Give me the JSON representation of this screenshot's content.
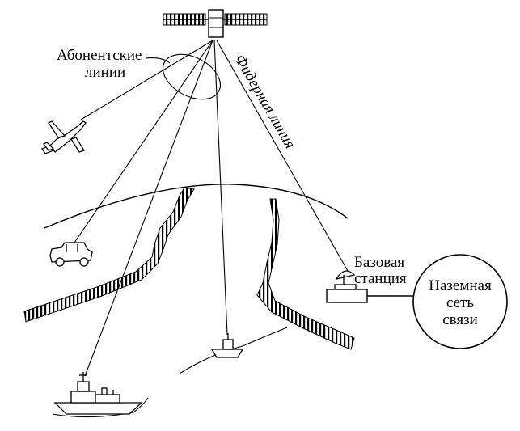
{
  "labels": {
    "subscriber_lines_1": "Абонентские",
    "subscriber_lines_2": "линии",
    "feeder_line": "Фидерная линия",
    "base_station_1": "Базовая",
    "base_station_2": "станция",
    "ground_network_1": "Наземная",
    "ground_network_2": "сеть",
    "ground_network_3": "связи"
  },
  "colors": {
    "ink": "#000000",
    "background": "#ffffff"
  },
  "icons": [
    "satellite-icon",
    "airplane-icon",
    "jeep-icon",
    "ship-icon",
    "boat-icon",
    "antenna-icon"
  ]
}
